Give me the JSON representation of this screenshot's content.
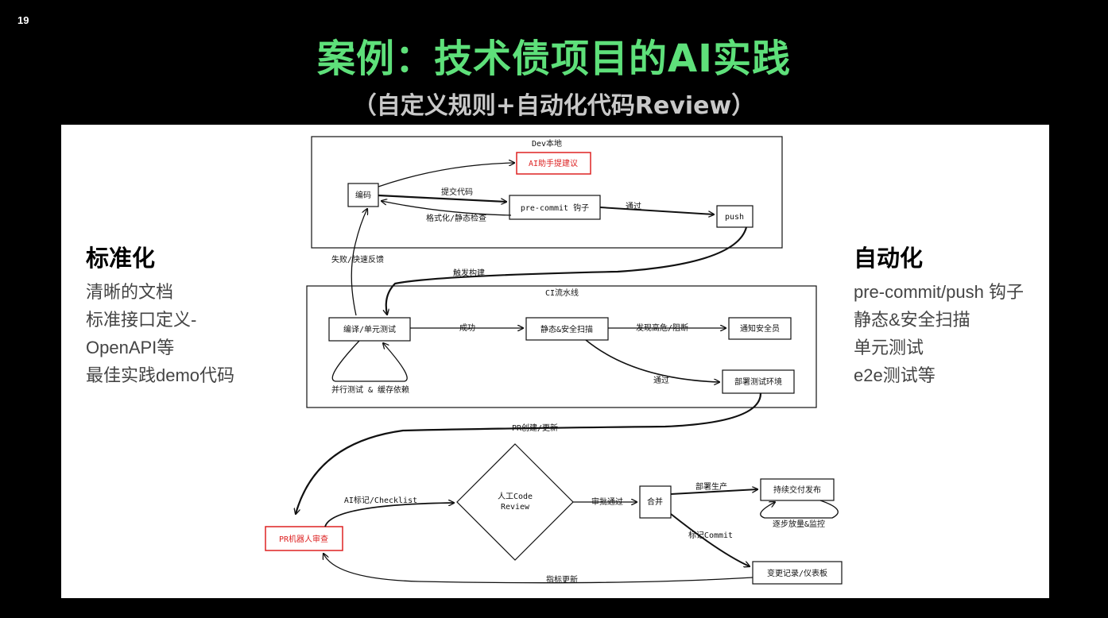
{
  "page_number": "19",
  "title": "案例：技术债项目的AI实践",
  "subtitle": "（自定义规则+自动化代码Review）",
  "left": {
    "heading": "标准化",
    "items": [
      "清晰的文档",
      "标准接口定义-",
      "OpenAPI等",
      "最佳实践demo代码"
    ]
  },
  "right": {
    "heading": "自动化",
    "items": [
      "pre-commit/push 钩子",
      "静态&安全扫描",
      "单元测试",
      "e2e测试等"
    ]
  },
  "diagram": {
    "dev_group": "Dev本地",
    "ci_group": "CI流水线",
    "nodes": {
      "ai_suggest": "AI助手提建议",
      "coding": "编码",
      "precommit": "pre-commit 钩子",
      "push": "push",
      "compile_test": "编译/单元测试",
      "static_scan": "静态&安全扫描",
      "notify_security": "通知安全员",
      "deploy_test": "部署测试环境",
      "pr_bot": "PR机器人审查",
      "review_line1": "人工Code",
      "review_line2": "Review",
      "merge": "合并",
      "continuous_delivery": "持续交付发布",
      "changelog": "变更记录/仪表板"
    },
    "edges": {
      "submit_code": "提交代码",
      "format_check": "格式化/静态检查",
      "pass1": "通过",
      "fail_feedback": "失败/快速反馈",
      "trigger_build": "触发构建",
      "success": "成功",
      "found_high_risk": "发现高危/阻断",
      "pass2": "通过",
      "parallel_cache": "并行测试 & 缓存依赖",
      "pr_create": "PR创建/更新",
      "ai_checklist": "AI标记/Checklist",
      "approved": "审批通过",
      "deploy_prod": "部署生产",
      "gradual_monitor": "逐步放量&监控",
      "mark_commit": "标记Commit",
      "metrics_update": "指标更新"
    }
  }
}
